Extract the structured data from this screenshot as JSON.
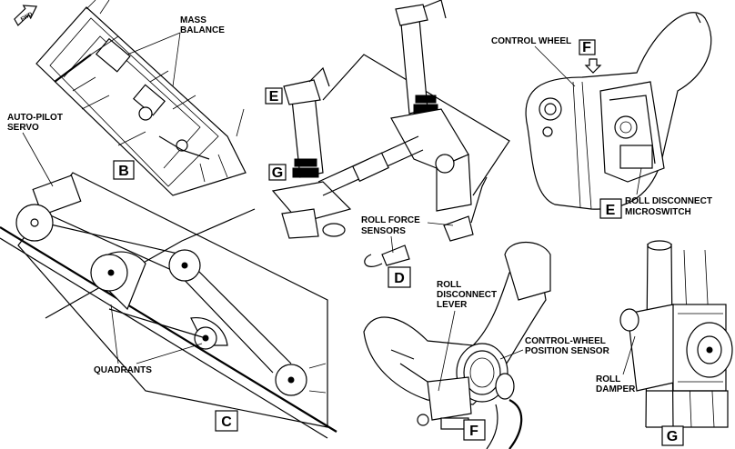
{
  "fwd_indicator": "FWD",
  "labels": {
    "mass_balance": [
      "MASS",
      "BALANCE"
    ],
    "auto_pilot_servo": [
      "AUTO-PILOT",
      "SERVO"
    ],
    "quadrants": "QUADRANTS",
    "control_wheel": "CONTROL WHEEL",
    "roll_disconnect_microswitch": [
      "ROLL DISCONNECT",
      "MICROSWITCH"
    ],
    "roll_force_sensors": [
      "ROLL FORCE",
      "SENSORS"
    ],
    "roll_disconnect_lever": [
      "ROLL",
      "DISCONNECT",
      "LEVER"
    ],
    "control_wheel_position_sensor": [
      "CONTROL-WHEEL",
      "POSITION  SENSOR"
    ],
    "roll_damper": [
      "ROLL",
      "DAMPER"
    ]
  },
  "detail_boxes": {
    "b": "B",
    "c": "C",
    "d": "D",
    "e_ref": "E",
    "e": "E",
    "f_ref": "F",
    "f": "F",
    "g_ref": "G",
    "g": "G"
  },
  "colors": {
    "ink": "#000000",
    "paper": "#ffffff"
  }
}
